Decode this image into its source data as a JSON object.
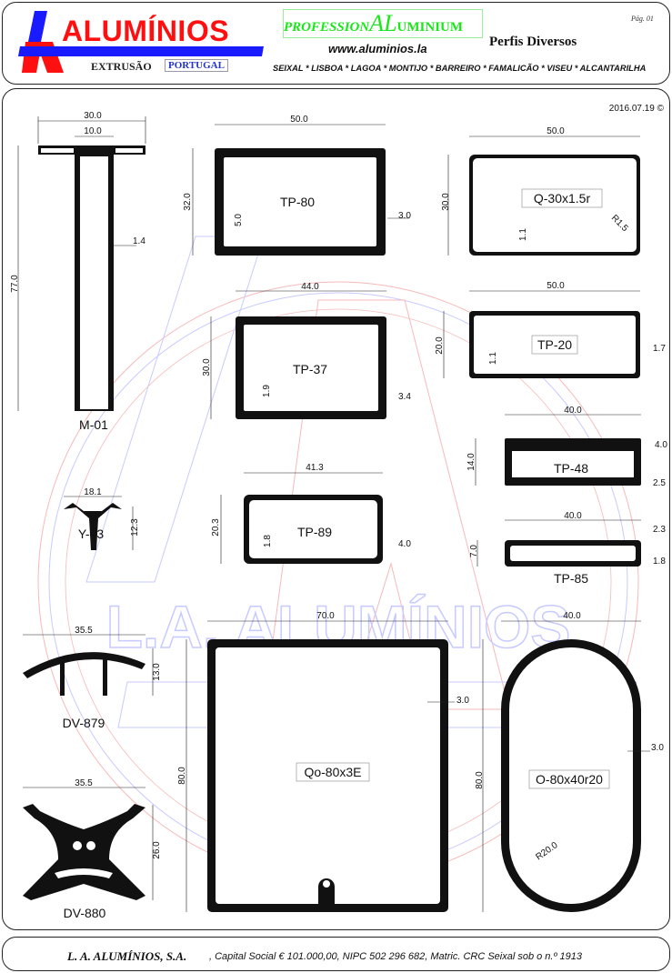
{
  "header": {
    "logo_text": "ALUMÍNIOS",
    "logo_sub": "EXTRUSÃO",
    "logo_country": "PORTUGAL",
    "profession_prefix": "PROFESSION",
    "profession_al": "AL",
    "profession_suffix": "UMINIUM",
    "website": "www.aluminios.la",
    "title": "Perfis Diversos",
    "page": "Pág. 01",
    "cities": "SEIXAL * LISBOA * LAGOA * MONTIJO * BARREIRO * FAMALICÃO * VISEU * ALCANTARILHA"
  },
  "date": "2016.07.19 ©",
  "watermark": "L.A. ALUMÍNIOS",
  "profiles": {
    "m01": {
      "name": "M-01",
      "dims": [
        "30.0",
        "10.0",
        "77.0",
        "1.4"
      ]
    },
    "tp80": {
      "name": "TP-80",
      "dims": [
        "50.0",
        "32.0",
        "5.0",
        "3.0"
      ]
    },
    "q30": {
      "name": "Q-30x1.5r",
      "dims": [
        "50.0",
        "30.0",
        "1.1",
        "R1.5"
      ]
    },
    "tp37": {
      "name": "TP-37",
      "dims": [
        "44.0",
        "30.0",
        "1.9",
        "3.4"
      ]
    },
    "tp20": {
      "name": "TP-20",
      "dims": [
        "50.0",
        "20.0",
        "1.1",
        "1.7"
      ]
    },
    "tp48": {
      "name": "TP-48",
      "dims": [
        "40.0",
        "14.0",
        "4.0",
        "2.5"
      ]
    },
    "y03": {
      "name": "Y-03",
      "dims": [
        "18.1",
        "12.3"
      ]
    },
    "tp89": {
      "name": "TP-89",
      "dims": [
        "41.3",
        "20.3",
        "1.8",
        "4.0"
      ]
    },
    "tp85": {
      "name": "TP-85",
      "dims": [
        "40.0",
        "7.0",
        "2.3",
        "1.8"
      ]
    },
    "dv879": {
      "name": "DV-879",
      "dims": [
        "35.5",
        "13.0"
      ]
    },
    "qo80": {
      "name": "Qo-80x3E",
      "dims": [
        "70.0",
        "80.0",
        "3.0"
      ]
    },
    "o80": {
      "name": "O-80x40r20",
      "dims": [
        "40.0",
        "80.0",
        "3.0",
        "R20.0"
      ]
    },
    "dv880": {
      "name": "DV-880",
      "dims": [
        "35.5",
        "26.0"
      ]
    }
  },
  "footer": {
    "company": "L. A. ALUMÍNIOS, S.A.",
    "details": ", Capital Social € 101.000,00, NIPC 502 296 682, Matric. CRC Seixal sob o n.º 1913"
  },
  "colors": {
    "logo_red": "#ff1010",
    "logo_blue": "#1a1aff",
    "green": "#18e818"
  }
}
